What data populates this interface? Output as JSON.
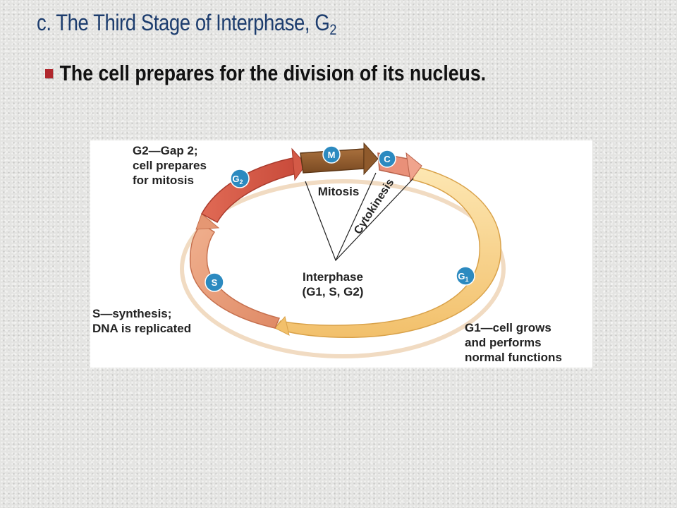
{
  "slide": {
    "title_main": "c. The Third Stage of Interphase, G",
    "title_sub": "2",
    "bullet": "The cell prepares for the division of its nucleus."
  },
  "diagram": {
    "badges": {
      "m": "M",
      "c": "C",
      "g2": "G",
      "g2_sub": "2",
      "s": "S",
      "g1": "G",
      "g1_sub": "1"
    },
    "labels": {
      "mitosis": "Mitosis",
      "cytokinesis": "Cytokinesis",
      "interphase_line1": "Interphase",
      "interphase_line2": "(G1, S, G2)",
      "g2_line1": "G2—Gap 2;",
      "g2_line2": "cell prepares",
      "g2_line3": "for mitosis",
      "s_line1": "S—synthesis;",
      "s_line2": "DNA is replicated",
      "g1_line1": "G1—cell grows",
      "g1_line2": "and performs",
      "g1_line3": "normal functions"
    },
    "colors": {
      "badge": "#2c8ac0",
      "g1_band": "#f7d08a",
      "s_band": "#eca27e",
      "g2_band": "#d45a47",
      "m_band": "#8f5a2c",
      "c_band": "#e99079",
      "bullet": "#b0272d",
      "title": "#1d3d6e"
    }
  }
}
